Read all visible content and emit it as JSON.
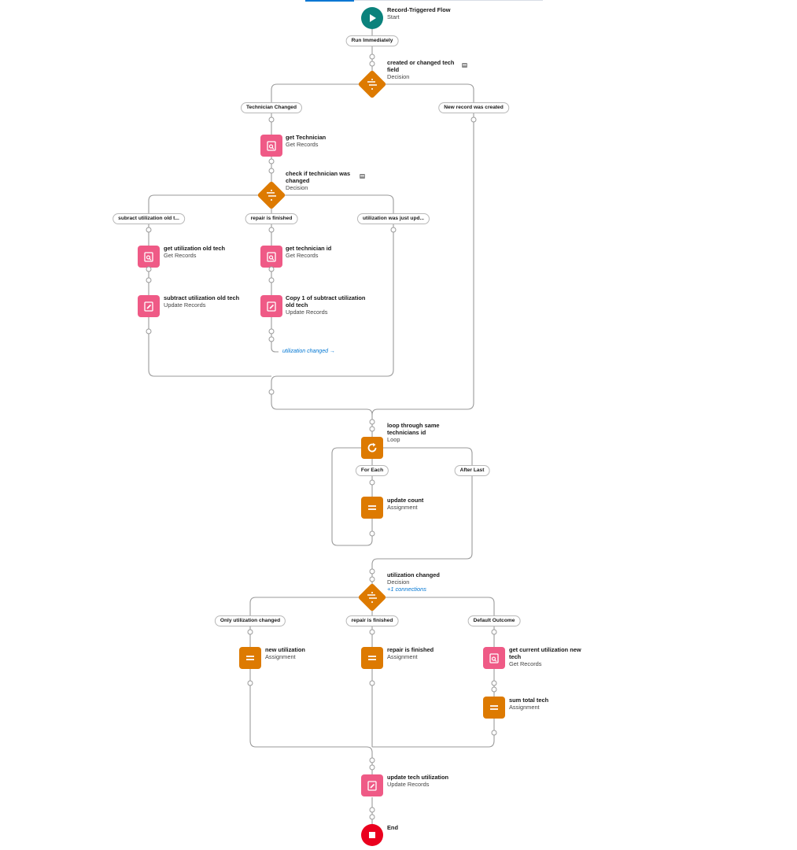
{
  "nodes": {
    "start": {
      "title": "Record-Triggered Flow",
      "type": "Start"
    },
    "decision_main": {
      "title": "created or changed tech field",
      "type": "Decision"
    },
    "get_technician": {
      "title": "get Technician",
      "type": "Get Records"
    },
    "decision_check": {
      "title": "check if technician was changed",
      "type": "Decision"
    },
    "get_util_old": {
      "title": "get utilization old tech",
      "type": "Get Records"
    },
    "subtract_util": {
      "title": "subtract utilization old tech",
      "type": "Update Records"
    },
    "get_tech_id": {
      "title": "get technician id",
      "type": "Get Records"
    },
    "copy_subtract": {
      "title": "Copy 1 of subtract utilization old tech",
      "type": "Update Records"
    },
    "loop": {
      "title": "loop through same technicians id",
      "type": "Loop"
    },
    "update_count": {
      "title": "update count",
      "type": "Assignment"
    },
    "decision_util": {
      "title": "utilization changed",
      "type": "Decision",
      "extra": "+1 connections"
    },
    "new_util": {
      "title": "new utilization",
      "type": "Assignment"
    },
    "repair_finished": {
      "title": "repair is finished",
      "type": "Assignment"
    },
    "get_current_util": {
      "title": "get current utilization new tech",
      "type": "Get Records"
    },
    "sum_total": {
      "title": "sum total tech",
      "type": "Assignment"
    },
    "update_tech_util": {
      "title": "update tech utilization",
      "type": "Update Records"
    },
    "end": {
      "title": "End"
    }
  },
  "labels": {
    "run_immediately": "Run Immediately",
    "technician_changed": "Technician Changed",
    "new_record_created": "New record was created",
    "subract_utilization": "subract utilization old t...",
    "repair_is_finished_1": "repair is finished",
    "utilization_just_upd": "utilization was just upd...",
    "for_each": "For Each",
    "after_last": "After Last",
    "only_util_changed": "Only utilization changed",
    "repair_is_finished_2": "repair is finished",
    "default_outcome": "Default Outcome"
  },
  "goto_label": "utilization changed →",
  "colors": {
    "start": "#0b827c",
    "decision": "#dd7a01",
    "assignment": "#dd7a01",
    "records": "#ef5a86",
    "end": "#ea001e",
    "connector": "#9a9a9a",
    "link": "#0176d3"
  },
  "icons": {
    "start": "play-icon",
    "decision": "decision-icon",
    "get_records": "get-records-icon",
    "update_records": "update-records-icon",
    "assignment": "assignment-icon",
    "loop": "loop-icon",
    "end": "stop-icon",
    "note": "description-icon"
  }
}
